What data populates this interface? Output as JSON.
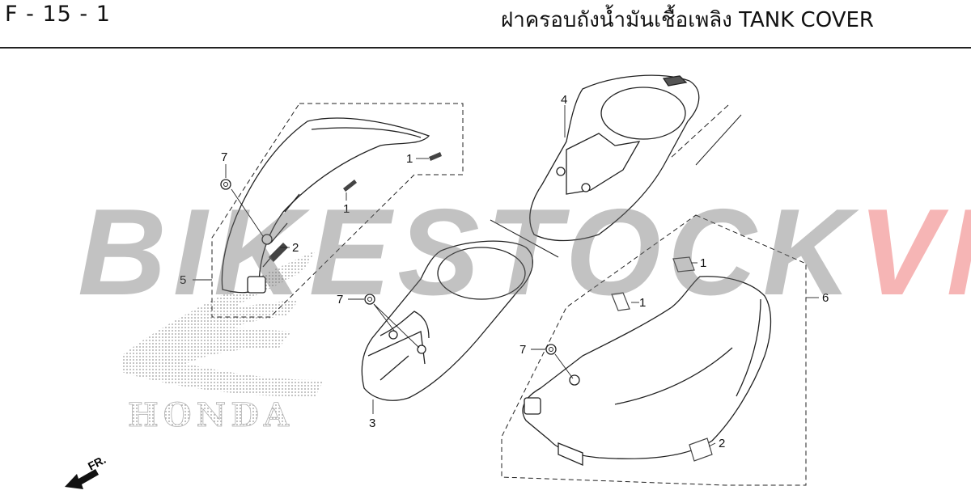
{
  "header": {
    "page_code": "F - 15 - 1",
    "title": "ฝาครอบถังน้ำมันเชื้อเพลิง  TANK COVER"
  },
  "watermark": {
    "part_a": "BIKESTOCK",
    "part_b": "VN"
  },
  "logo": {
    "text": "HONDA"
  },
  "direction_label": "FR.",
  "callouts": {
    "c1a": "1",
    "c1b": "1",
    "c1c": "1",
    "c1d": "1",
    "c2a": "2",
    "c2b": "2",
    "c3": "3",
    "c4": "4",
    "c5": "5",
    "c6": "6",
    "c7a": "7",
    "c7b": "7",
    "c7c": "7"
  },
  "colors": {
    "line": "#222222",
    "watermark_gray": "#6e6e6e",
    "watermark_red": "#e83c3c"
  }
}
